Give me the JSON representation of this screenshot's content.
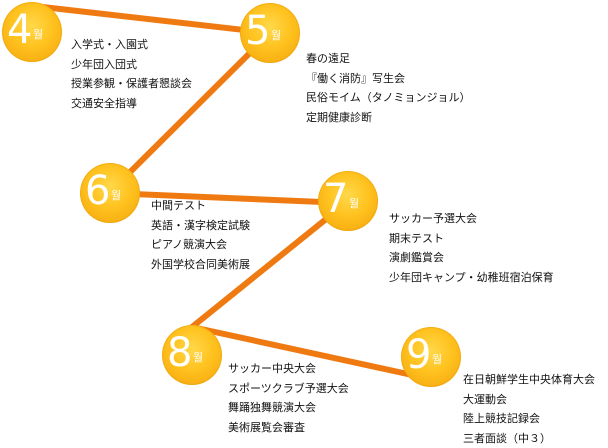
{
  "colors": {
    "path": "#f07a12",
    "circle": "#ffc21f",
    "text": "#111111"
  },
  "months": [
    {
      "number": "4",
      "unit": "월",
      "events": [
        "入学式・入園式",
        "少年団入団式",
        "授業参観・保護者懇談会",
        "交通安全指導"
      ]
    },
    {
      "number": "5",
      "unit": "월",
      "events": [
        "春の遠足",
        "『働く消防』写生会",
        "民俗モイム（タノミョンジョル）",
        "定期健康診断"
      ]
    },
    {
      "number": "6",
      "unit": "월",
      "events": [
        "中間テスト",
        "英語・漢字検定試験",
        "ピアノ競演大会",
        "外国学校合同美術展"
      ]
    },
    {
      "number": "7",
      "unit": "월",
      "events": [
        "サッカー予選大会",
        "期末テスト",
        "演劇鑑賞会",
        "少年団キャンプ・幼稚班宿泊保育"
      ]
    },
    {
      "number": "8",
      "unit": "월",
      "events": [
        "サッカー中央大会",
        "スポーツクラブ予選大会",
        "舞踊独舞競演大会",
        "美術展覧会審査"
      ]
    },
    {
      "number": "9",
      "unit": "월",
      "events": [
        "在日朝鮮学生中央体育大会",
        "大運動会",
        "陸上競技記録会",
        "三者面談（中３）"
      ]
    }
  ]
}
